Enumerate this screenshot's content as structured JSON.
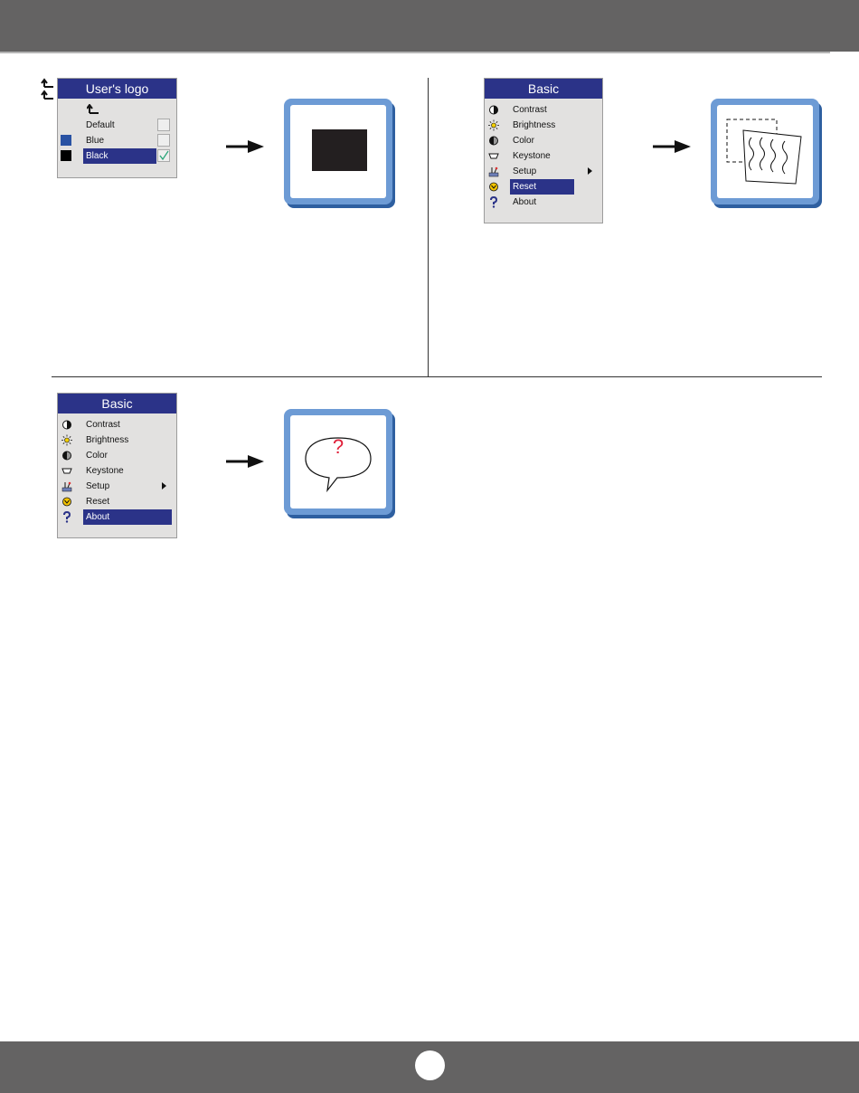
{
  "panel_logo": {
    "menu": {
      "title": "User's logo",
      "rows": [
        {
          "label": "",
          "icon": "return-arrow-icon"
        },
        {
          "label": "Default",
          "swatch": null,
          "checked": false
        },
        {
          "label": "Blue",
          "swatch": "#2952a3",
          "checked": false
        },
        {
          "label": "Black",
          "swatch": "#000000",
          "checked": true,
          "selected": true
        }
      ]
    },
    "result_icon": "black-screen-icon"
  },
  "panel_reset": {
    "menu": {
      "title": "Basic",
      "selected": "Reset",
      "rows": [
        {
          "label": "Contrast",
          "icon": "contrast-icon"
        },
        {
          "label": "Brightness",
          "icon": "brightness-icon"
        },
        {
          "label": "Color",
          "icon": "color-icon"
        },
        {
          "label": "Keystone",
          "icon": "keystone-icon"
        },
        {
          "label": "Setup",
          "icon": "setup-icon",
          "submenu": true
        },
        {
          "label": "Reset",
          "icon": "reset-icon"
        },
        {
          "label": "About",
          "icon": "about-icon"
        }
      ]
    },
    "result_icon": "reset-screen-icon"
  },
  "panel_about": {
    "menu": {
      "title": "Basic",
      "selected": "About",
      "rows": [
        {
          "label": "Contrast",
          "icon": "contrast-icon"
        },
        {
          "label": "Brightness",
          "icon": "brightness-icon"
        },
        {
          "label": "Color",
          "icon": "color-icon"
        },
        {
          "label": "Keystone",
          "icon": "keystone-icon"
        },
        {
          "label": "Setup",
          "icon": "setup-icon",
          "submenu": true
        },
        {
          "label": "Reset",
          "icon": "reset-icon"
        },
        {
          "label": "About",
          "icon": "about-icon"
        }
      ]
    },
    "result_text": "?"
  },
  "colors": {
    "menu_title_bg": "#2b3388",
    "menu_bg": "#e2e1e0",
    "frame_blue": "#6d9bd5",
    "bar_gray": "#646363"
  }
}
